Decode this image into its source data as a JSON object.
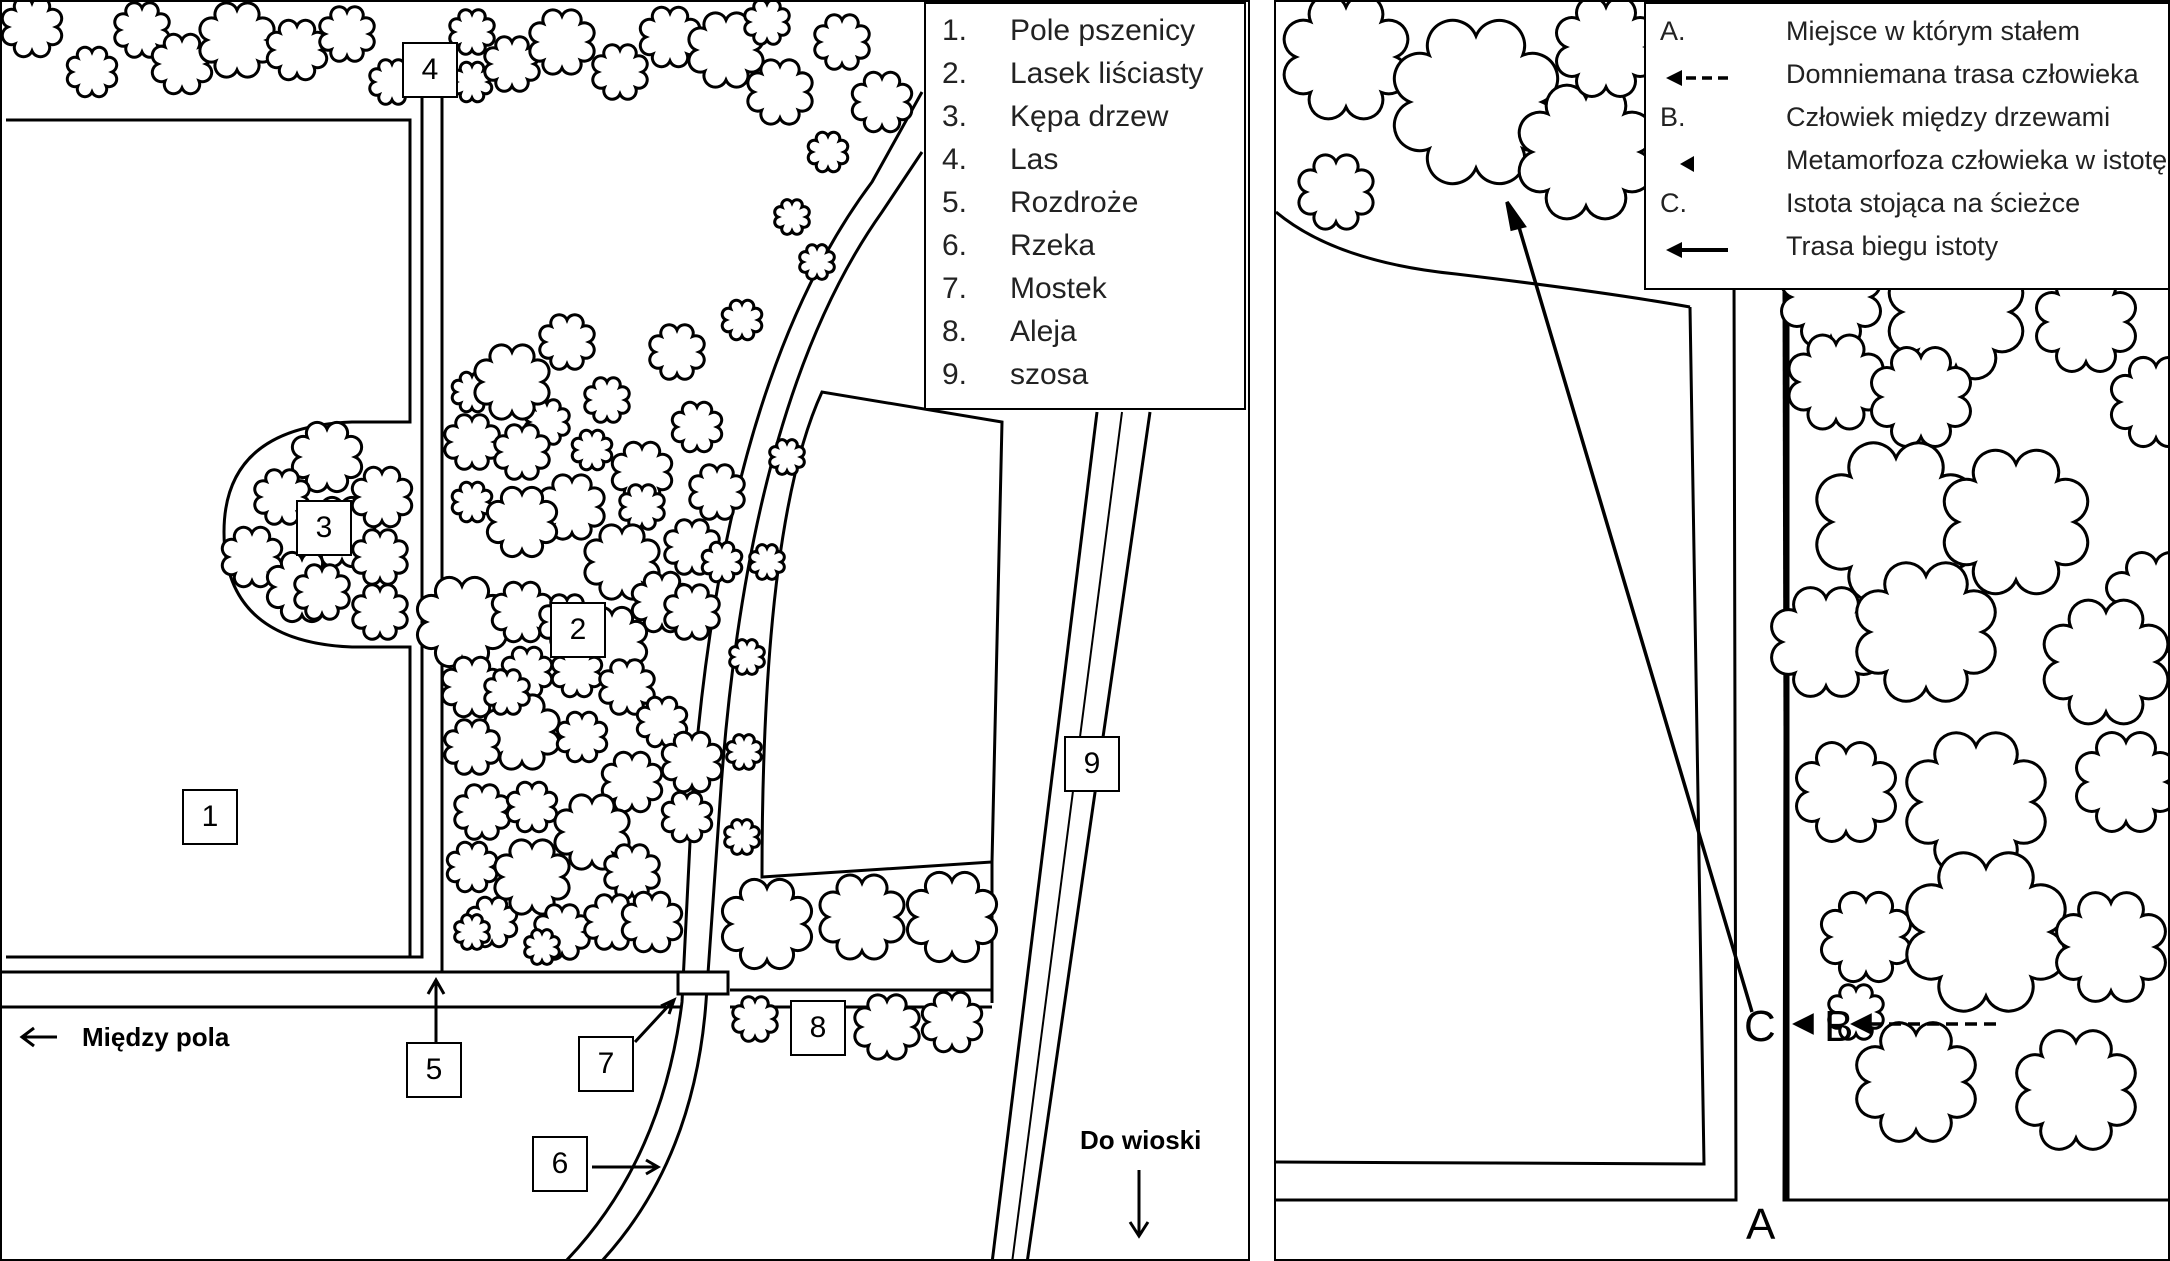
{
  "left_map": {
    "legend": [
      {
        "num": "1.",
        "label": "Pole pszenicy"
      },
      {
        "num": "2.",
        "label": "Lasek liściasty"
      },
      {
        "num": "3.",
        "label": "Kępa drzew"
      },
      {
        "num": "4.",
        "label": "Las"
      },
      {
        "num": "5.",
        "label": "Rozdroże"
      },
      {
        "num": "6.",
        "label": "Rzeka"
      },
      {
        "num": "7.",
        "label": "Mostek"
      },
      {
        "num": "8.",
        "label": "Aleja"
      },
      {
        "num": "9.",
        "label": "szosa"
      }
    ],
    "box_labels": [
      "1",
      "2",
      "3",
      "4",
      "5",
      "6",
      "7",
      "8",
      "9"
    ],
    "between_fields": "Między pola",
    "to_village": "Do wioski"
  },
  "right_map": {
    "legend": [
      {
        "key": "A.",
        "label": "Miejsce w którym stałem"
      },
      {
        "key": "dashed-arrow",
        "label": "Domniemana trasa człowieka"
      },
      {
        "key": "B.",
        "label": "Człowiek między drzewami"
      },
      {
        "key": "triangle",
        "label": "Metamorfoza człowieka w istotę"
      },
      {
        "key": "C.",
        "label": "Istota stojąca na ścieżce"
      },
      {
        "key": "solid-arrow",
        "label": "Trasa biegu istoty"
      }
    ],
    "point_a": "A",
    "point_b": "B",
    "point_c": "C"
  }
}
